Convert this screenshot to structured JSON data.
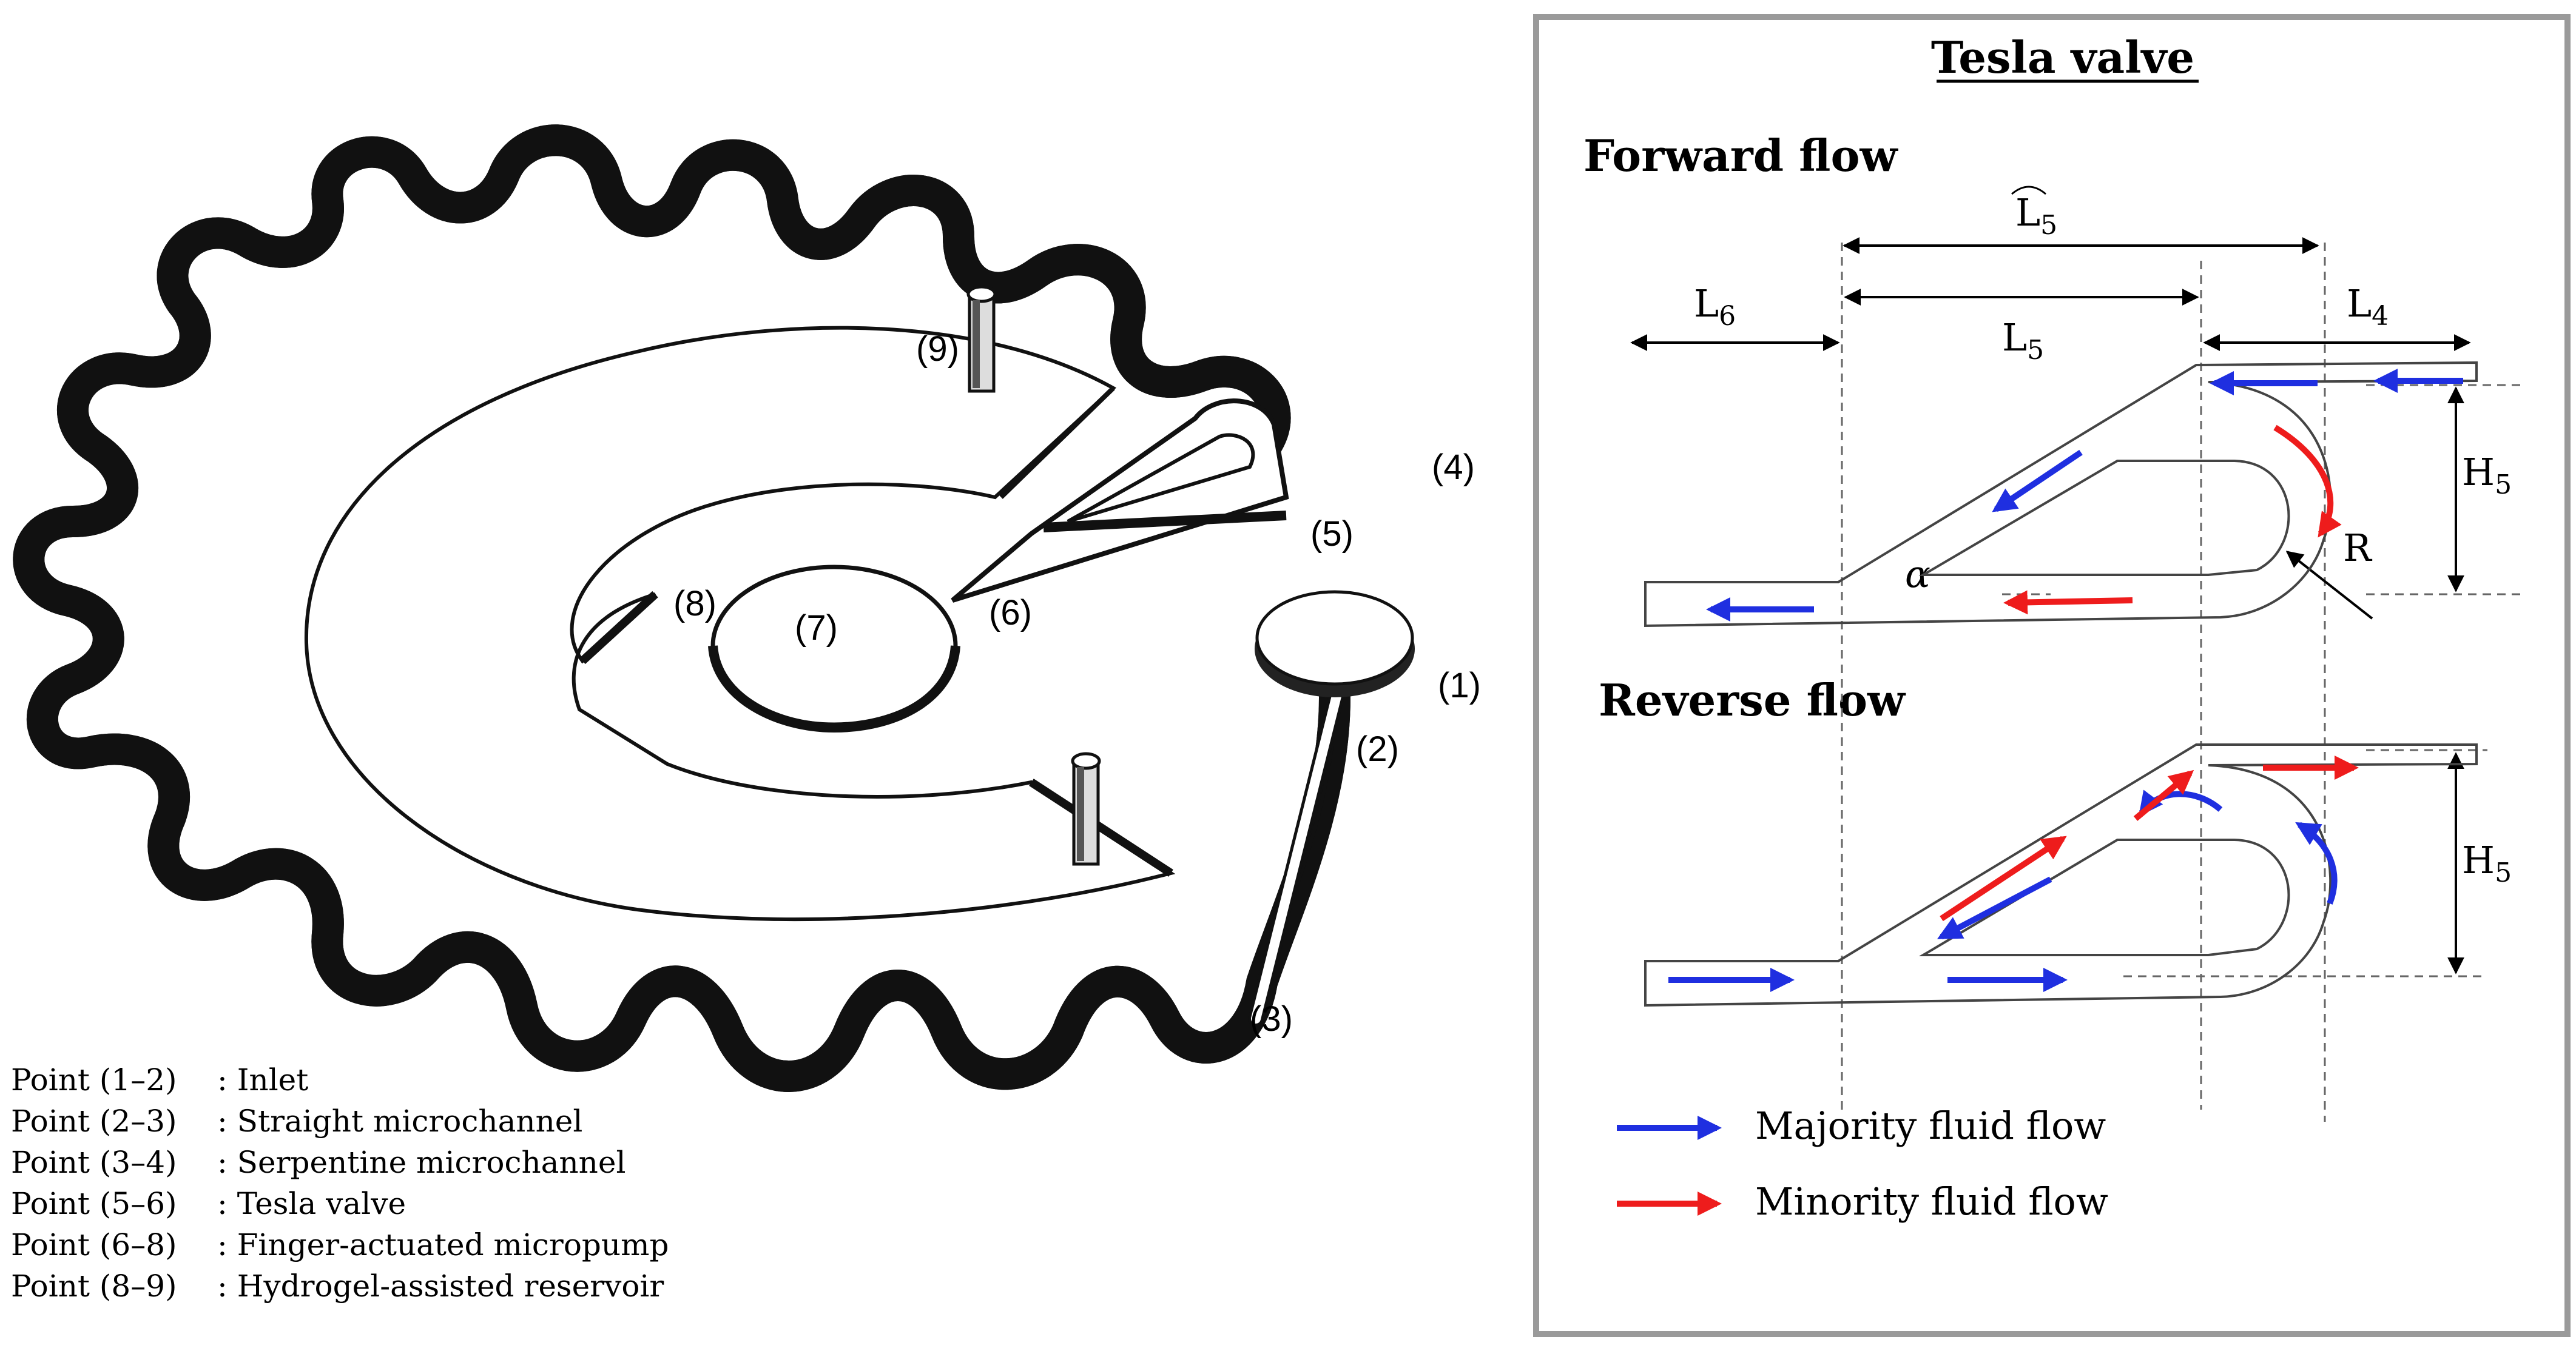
{
  "device": {
    "point_labels": {
      "p1": "(1)",
      "p2": "(2)",
      "p3": "(3)",
      "p4": "(4)",
      "p5": "(5)",
      "p6": "(6)",
      "p7": "(7)",
      "p8": "(8)",
      "p9": "(9)"
    }
  },
  "legend": [
    {
      "point": "Point (1–2)",
      "desc": ": Inlet"
    },
    {
      "point": "Point (2–3)",
      "desc": ": Straight microchannel"
    },
    {
      "point": "Point (3–4)",
      "desc": ": Serpentine microchannel"
    },
    {
      "point": "Point (5–6)",
      "desc": ": Tesla valve"
    },
    {
      "point": "Point (6–8)",
      "desc": ": Finger-actuated micropump"
    },
    {
      "point": "Point (8–9)",
      "desc": ": Hydrogel-assisted reservoir"
    }
  ],
  "tesla": {
    "title": "Tesla valve",
    "forward_label": "Forward flow",
    "reverse_label": "Reverse flow",
    "dims": {
      "L5_hat_base": "L",
      "L5_hat_sub": "5",
      "L6_base": "L",
      "L6_sub": "6",
      "L5_base": "L",
      "L5_sub": "5",
      "L4_base": "L",
      "L4_sub": "4",
      "H5_base": "H",
      "H5_sub": "5",
      "R": "R",
      "alpha": "α"
    },
    "key": {
      "majority": "Majority fluid flow",
      "minority": "Minority fluid flow"
    }
  },
  "colors": {
    "majority": "#1f2fe0",
    "minority": "#ee1c1c",
    "frame": "#9a9a9a"
  }
}
